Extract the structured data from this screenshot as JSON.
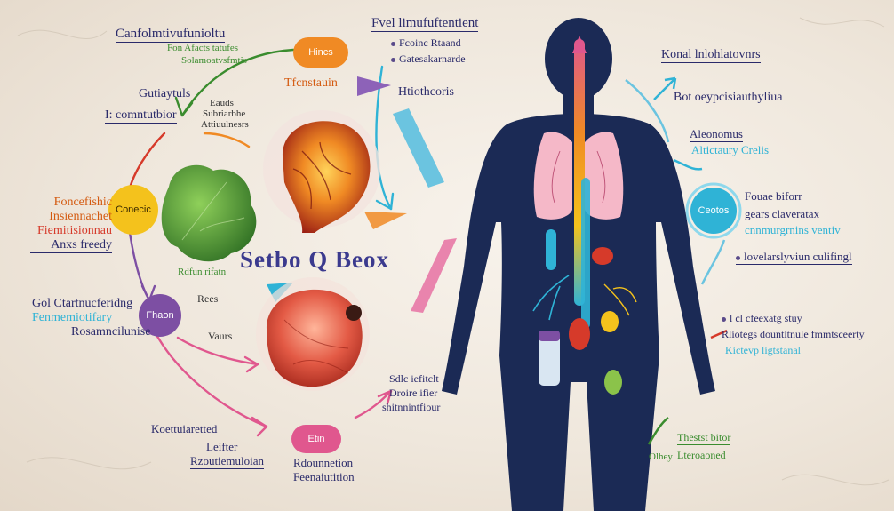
{
  "title": "Setbo Q Beox",
  "left": {
    "top_title": "Canfolmtivufunioltu",
    "top_sub1": "Fon Afacts tatufes",
    "top_sub2": "Solamoatvsfmtis",
    "orange_node": "Hincs",
    "node_caption": "Tfcnstauin",
    "gut_label1": "Gutiaytuls",
    "gut_label2": "I: comntutbior",
    "leaf_text1": "Eauds",
    "leaf_text2": "Subriarbhe",
    "leaf_text3": "Attiuulnesrs",
    "yellow_node": "Conecic",
    "block1": [
      "Foncefishic",
      "Insiennachet",
      "Fiemitisionnau",
      "Anxs freedy"
    ],
    "green_caption": "Rdfun rifatn",
    "block2": [
      "Gol Ctartnucferidng",
      "Fenmemiotifary",
      "Rosamncilunise"
    ],
    "purple_node": "Fhaon",
    "red_label1": "Rees",
    "red_label2": "Vaurs",
    "bottom_left1": "Koettuiaretted",
    "bottom_left2": "Leifter",
    "bottom_left3": "Rzoutiemuloian",
    "pink_node": "Etin",
    "bottom_caption1": "Rdounnetion",
    "bottom_caption2": "Feenaiutition"
  },
  "center": {
    "top_title": "Fvel limufuftentient",
    "item1": "Fcoinc Rtaand",
    "item2": "Gatesakarnarde",
    "middle": "Htiothcoris",
    "bottom1": "Sdlc iefitclt",
    "bottom2": "Droire ifier",
    "bottom3": "shitnnintfiour"
  },
  "right": {
    "top_title": "Konal lnlohlatovnrs",
    "sub1": "Bot oeypcisiauthyliua",
    "sub2": "Aleonomus",
    "sub3": "Altictaury Crelis",
    "teal_node": "Ceotos",
    "block_title": "Fouae biforr",
    "block_line1": "gears claveratax",
    "block_line2": "cnnmurgrnins ventiv",
    "block_line3": "lovelarslyviun culifingl",
    "list1": "l cl cfeexatg stuy",
    "list2": "Rliotegs dountitnule fmmtsceerty",
    "list3": "Kictevp ligtstanal",
    "green_top": "Thestst bitor",
    "green_bottom": "Lteroaoned",
    "green_small": "Olhey"
  },
  "colors": {
    "navy": "#1b2a55",
    "orange": "#f08a24",
    "yellow": "#f4c21c",
    "purple": "#7d4fa3",
    "pink": "#e0578e",
    "teal": "#2fb3d6",
    "green": "#3a8c2e",
    "red": "#d63a2a"
  }
}
